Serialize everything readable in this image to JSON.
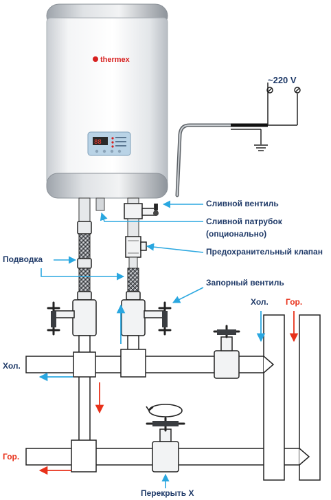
{
  "brand": {
    "name": "thermex"
  },
  "power": {
    "voltage": "~220 V"
  },
  "labels": {
    "drain_valve": "Сливной вентиль",
    "drain_outlet_1": "Сливной патрубок",
    "drain_outlet_2": "(опционально)",
    "safety_valve": "Предохранительный клапан",
    "supply_hose": "Подводка",
    "shutoff_valve": "Запорный вентиль",
    "cold_left": "Хол.",
    "hot_left": "Гор.",
    "cold_riser": "Хол.",
    "hot_riser": "Гор.",
    "close_x": "Перекрыть Х"
  },
  "colors": {
    "label_text": "#1f3a68",
    "hot_text": "#e8311a",
    "cold_arrow": "#2aa7e0",
    "hot_arrow": "#e8311a",
    "pipe_outline": "#222222",
    "heater_body": "#eef0f2",
    "display": "#d7201f"
  },
  "icons": [
    "ground-icon",
    "rotate-arrow-icon",
    "flow-arrow-icon"
  ]
}
